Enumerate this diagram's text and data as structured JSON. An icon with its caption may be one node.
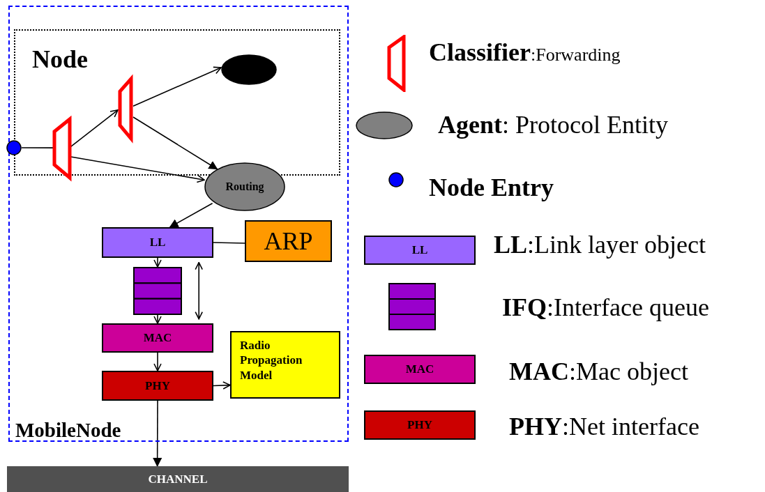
{
  "diagram": {
    "nodes": [
      {
        "text": [
          "MobileNode"
        ]
      },
      {
        "text": [
          "Node"
        ],
        "in": 0
      },
      {
        "text": [],
        "shape": "circle",
        "in": 0
      },
      {
        "text": [],
        "shape": "trapezoid",
        "in": 1
      },
      {
        "text": [],
        "shape": "trapezoid",
        "in": 1
      },
      {
        "text": [],
        "shape": "ellipse",
        "in": 1
      },
      {
        "text": [
          "Routing"
        ],
        "in": 0
      },
      {
        "text": [
          "LL"
        ],
        "in": 0
      },
      {
        "text": [
          "ARP"
        ],
        "in": 0
      },
      {
        "text": [],
        "shape": "box",
        "in": 0
      },
      {
        "text": [
          "MAC"
        ],
        "in": 0
      },
      {
        "text": [
          "PHY"
        ],
        "in": 0
      },
      {
        "text": [
          "Radio Propagation Model"
        ],
        "in": 0
      },
      {
        "text": [
          "CHANNEL"
        ]
      }
    ],
    "edges": [
      {
        "from": 2,
        "to": 3,
        "arrow": "none"
      },
      {
        "from": 3,
        "to": 4,
        "arrow": "to"
      },
      {
        "from": 3,
        "to": 6,
        "arrow": "to"
      },
      {
        "from": 4,
        "to": 5,
        "arrow": "to"
      },
      {
        "from": 4,
        "to": 6,
        "arrow": "to"
      },
      {
        "from": 6,
        "to": 7,
        "arrow": "to"
      },
      {
        "from": 7,
        "to": 8,
        "arrow": "none"
      },
      {
        "from": 7,
        "to": 9,
        "arrow": "to"
      },
      {
        "from": 9,
        "to": 10,
        "arrow": "to"
      },
      {
        "from": 7,
        "to": 10,
        "arrow": "both"
      },
      {
        "from": 10,
        "to": 11,
        "arrow": "to"
      },
      {
        "from": 11,
        "to": 12,
        "arrow": "to"
      },
      {
        "from": 11,
        "to": 13,
        "arrow": "to"
      }
    ],
    "labels": [
      "LL",
      "MAC",
      "PHY"
    ],
    "legend": [
      {
        "text": "**Classifier**:Forwarding"
      },
      {
        "text": "**Agent**: Protocol Entity"
      },
      {
        "text": "Node Entry"
      },
      {
        "text": "**LL**:Link layer object",
        "color": "#9966ff"
      },
      {
        "text": "**IFQ**:Interface queue",
        "color": "#9900cc"
      },
      {
        "text": "**MAC**:Mac object",
        "color": "#cc0099"
      },
      {
        "text": "**PHY**:Net interface",
        "color": "#cc0000"
      }
    ]
  }
}
